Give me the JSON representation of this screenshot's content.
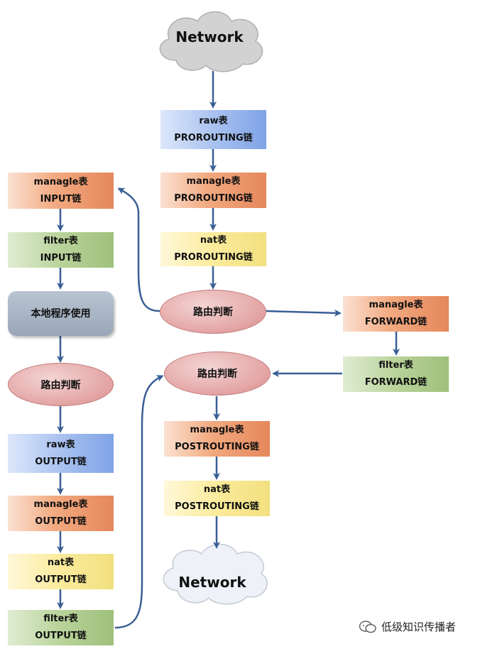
{
  "network_top": "Network",
  "network_bottom": "Network",
  "center": {
    "raw_prerouting": {
      "table": "raw表",
      "chain": "PROROUTING链"
    },
    "mangle_prerouting": {
      "table": "managle表",
      "chain": "PROROUTING链"
    },
    "nat_prerouting": {
      "table": "nat表",
      "chain": "PROROUTING链"
    },
    "route_decision_1": "路由判断",
    "route_decision_2": "路由判断",
    "mangle_postrouting": {
      "table": "managle表",
      "chain": "POSTROUTING链"
    },
    "nat_postrouting": {
      "table": "nat表",
      "chain": "POSTROUTING链"
    }
  },
  "right": {
    "mangle_forward": {
      "table": "managle表",
      "chain": "FORWARD链"
    },
    "filter_forward": {
      "table": "filter表",
      "chain": "FORWARD链"
    }
  },
  "left": {
    "mangle_input": {
      "table": "managle表",
      "chain": "INPUT链"
    },
    "filter_input": {
      "table": "filter表",
      "chain": "INPUT链"
    },
    "local_process": "本地程序使用",
    "route_decision": "路由判断",
    "raw_output": {
      "table": "raw表",
      "chain": "OUTPUT链"
    },
    "mangle_output": {
      "table": "managle表",
      "chain": "OUTPUT链"
    },
    "nat_output": {
      "table": "nat表",
      "chain": "OUTPUT链"
    },
    "filter_output": {
      "table": "filter表",
      "chain": "OUTPUT链"
    }
  },
  "watermark": "低级知识传播者",
  "colors": {
    "arrow": "#3a5f95",
    "orange": "#ec9b6e",
    "green": "#acc98b",
    "yellow": "#f7e68e",
    "blue": "#95b4ec",
    "oval": "#e2a2a2"
  }
}
